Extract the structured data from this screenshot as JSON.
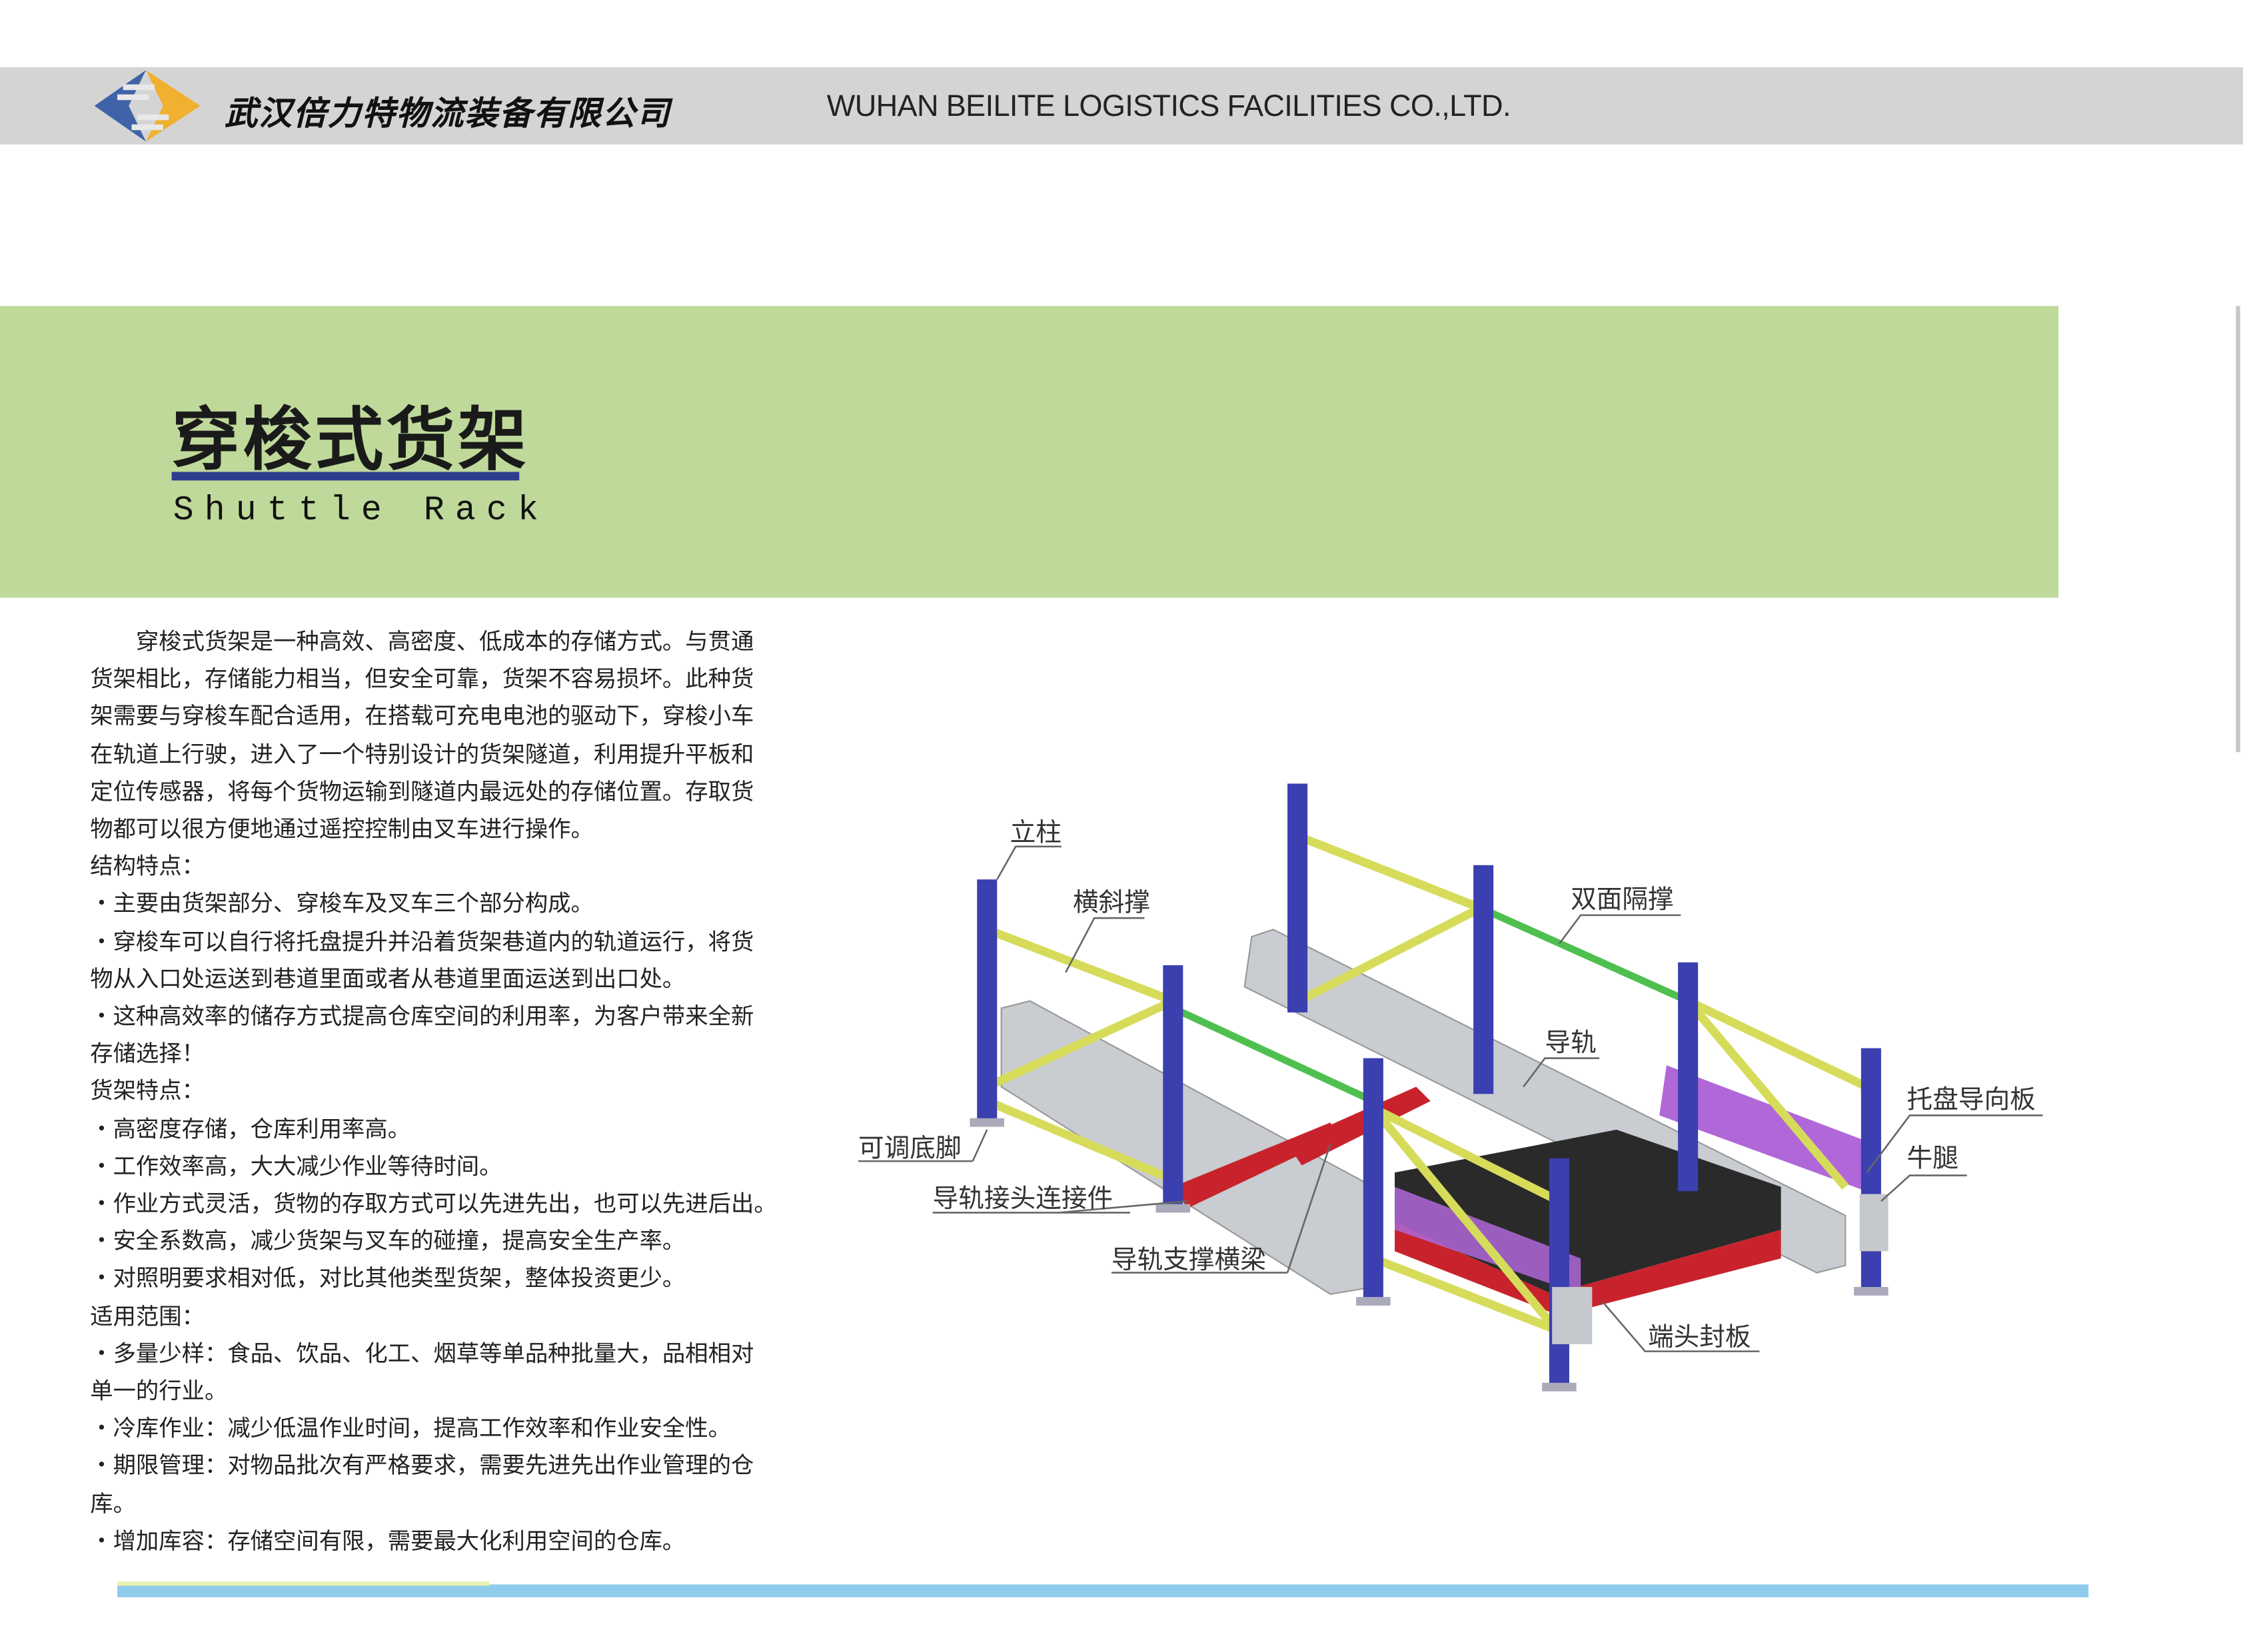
{
  "header": {
    "company_cn": "武汉倍力特物流装备有限公司",
    "company_en": "WUHAN BEILITE LOGISTICS FACILITIES CO.,LTD.",
    "logo_colors": {
      "blue": "#3f62a8",
      "orange": "#f0b030"
    }
  },
  "section": {
    "title": "穿梭式货架",
    "subtitle": "Shuttle Rack",
    "band_color": "#bfd99a",
    "underline_color": "#2e3d8f"
  },
  "body": {
    "lines": [
      "　　穿梭式货架是一种高效、高密度、低成本的存储方式。与贯通",
      "货架相比，存储能力相当，但安全可靠，货架不容易损坏。此种货",
      "架需要与穿梭车配合适用，在搭载可充电电池的驱动下，穿梭小车",
      "在轨道上行驶，进入了一个特别设计的货架隧道，利用提升平板和",
      "定位传感器，将每个货物运输到隧道内最远处的存储位置。存取货",
      "物都可以很方便地通过遥控控制由叉车进行操作。",
      "结构特点：",
      "・主要由货架部分、穿梭车及叉车三个部分构成。",
      "・穿梭车可以自行将托盘提升并沿着货架巷道内的轨道运行，将货",
      "物从入口处运送到巷道里面或者从巷道里面运送到出口处。",
      "・这种高效率的储存方式提高仓库空间的利用率，为客户带来全新",
      "存储选择！",
      "货架特点：",
      "・高密度存储，仓库利用率高。",
      "・工作效率高，大大减少作业等待时间。",
      "・作业方式灵活，货物的存取方式可以先进先出，也可以先进后出。",
      "・安全系数高，减少货架与叉车的碰撞，提高安全生产率。",
      "・对照明要求相对低，对比其他类型货架，整体投资更少。",
      "适用范围：",
      "・多量少样：食品、饮品、化工、烟草等单品种批量大，品相相对",
      "单一的行业。",
      "・冷库作业：减少低温作业时间，提高工作效率和作业安全性。",
      "・期限管理：对物品批次有严格要求，需要先进先出作业管理的仓",
      "库。",
      "・增加库容：存储空间有限，需要最大化利用空间的仓库。"
    ]
  },
  "diagram": {
    "labels": {
      "upright": "立柱",
      "cross_brace": "横斜撑",
      "double_spacer": "双面隔撑",
      "guide_rail": "导轨",
      "pallet_guide": "托盘导向板",
      "bracket": "牛腿",
      "adjustable_foot": "可调底脚",
      "rail_joint": "导轨接头连接件",
      "rail_support_beam": "导轨支撑横梁",
      "end_plate": "端头封板"
    },
    "colors": {
      "upright": "#3b3fb0",
      "brace": "#d6dc5a",
      "spacer": "#4fc04f",
      "rail": "#c9ccd0",
      "shuttle": "#c8232c",
      "guide_plate": "#b067d8"
    }
  },
  "footer": {
    "bar_color": "#8fcbeb"
  }
}
